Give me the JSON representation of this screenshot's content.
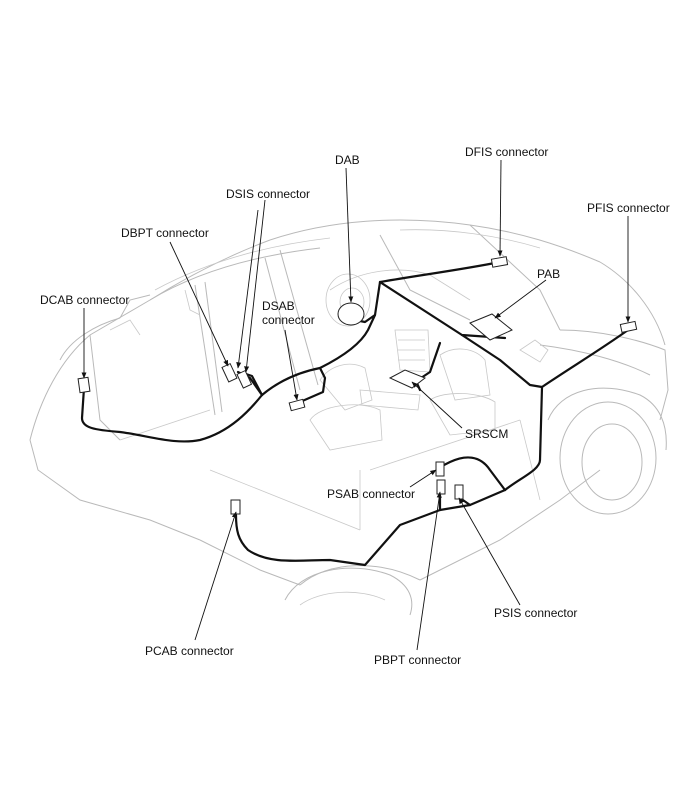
{
  "labels": {
    "dab": "DAB",
    "dfis": "DFIS connector",
    "dsis": "DSIS connector",
    "pfis": "PFIS connector",
    "dbpt": "DBPT connector",
    "pab": "PAB",
    "dcab": "DCAB connector",
    "dsab": "DSAB connector",
    "srscm": "SRSCM",
    "psab": "PSAB connector",
    "psis": "PSIS connector",
    "pcab": "PCAB connector",
    "pbpt": "PBPT connector"
  }
}
